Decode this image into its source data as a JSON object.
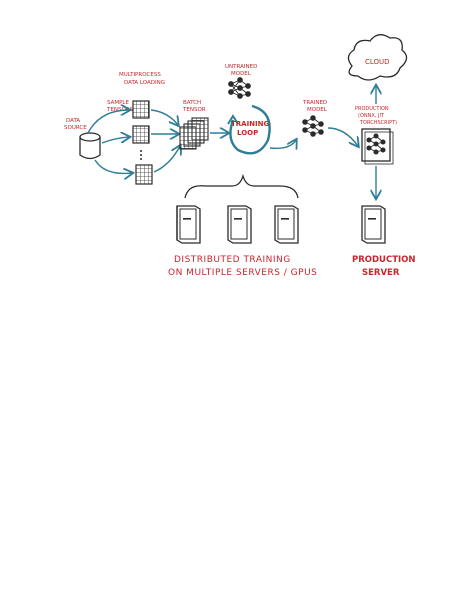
{
  "labels": {
    "data_source": [
      "DATA",
      "SOURCE"
    ],
    "multiprocess_loading": [
      "MULTIPROCESS",
      "DATA LOADING"
    ],
    "sample_tensors": [
      "SAMPLE",
      "TENSORS"
    ],
    "batch_tensor": [
      "BATCH",
      "TENSOR"
    ],
    "untrained_model": [
      "UNTRAINED",
      "MODEL"
    ],
    "training_loop": [
      "TRAINING",
      "LOOP"
    ],
    "trained_model": [
      "TRAINED",
      "MODEL"
    ],
    "production": [
      "PRODUCTION",
      "(ONNX, JIT",
      "TORCHSCRIPT)"
    ],
    "cloud": "CLOUD",
    "distributed_training": [
      "DISTRIBUTED TRAINING",
      "ON MULTIPLE SERVERS / GPUS"
    ],
    "production_server": [
      "PRODUCTION",
      "SERVER"
    ]
  },
  "colors": {
    "annotation_red": "#c8262b",
    "arrow_teal": "#2f7d97",
    "ink": "#2b2b2b"
  },
  "icons": [
    "database-icon",
    "tensor-grid-icon",
    "neural-net-icon",
    "cycle-arrow-icon",
    "cloud-icon",
    "server-icon"
  ]
}
